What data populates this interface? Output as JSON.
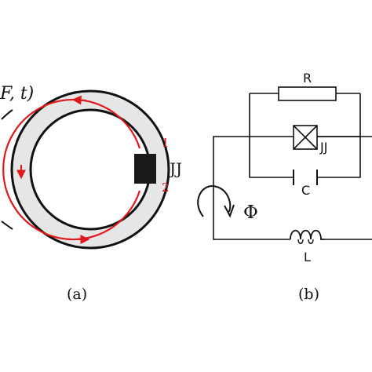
{
  "panel_a": {
    "field_label": "F, t)",
    "junction_label": "JJ",
    "terminal_1": "1",
    "terminal_2": "2",
    "caption": "(a)"
  },
  "panel_b": {
    "resistor_label": "R",
    "junction_label": "JJ",
    "capacitor_label": "C",
    "inductor_label": "L",
    "flux_label": "Φ",
    "caption": "(b)"
  },
  "colors": {
    "ring_fill": "#e6e6e6",
    "ring_stroke": "#111111",
    "current_red": "#e0191c",
    "junction_block": "#1a1a1a",
    "terminal_red": "#d11a1a"
  }
}
